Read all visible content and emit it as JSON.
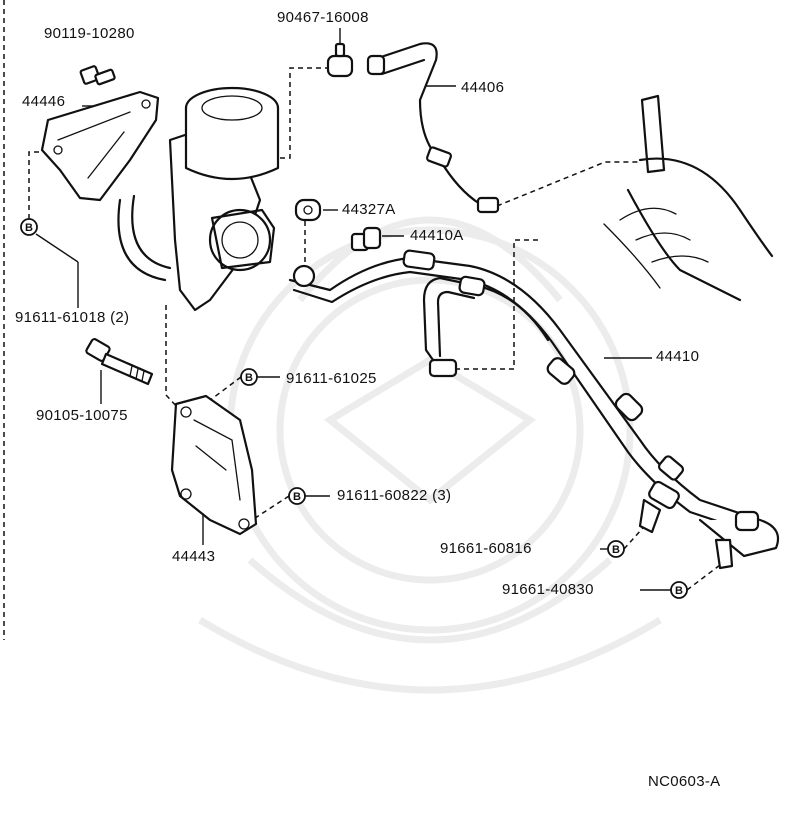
{
  "diagram_code": "NC0603-A",
  "bolt_marker": "B",
  "parts": {
    "p_90119": "90119-10280",
    "p_90467": "90467-16008",
    "p_44406": "44406",
    "p_44446": "44446",
    "p_44327A": "44327A",
    "p_44410A": "44410A",
    "p_91611_61018": "91611-61018 (2)",
    "p_44410": "44410",
    "p_90105": "90105-10075",
    "p_91611_61025": "91611-61025",
    "p_91611_60822": "91611-60822 (3)",
    "p_44443": "44443",
    "p_91661_60816": "91661-60816",
    "p_91661_40830": "91661-40830"
  }
}
